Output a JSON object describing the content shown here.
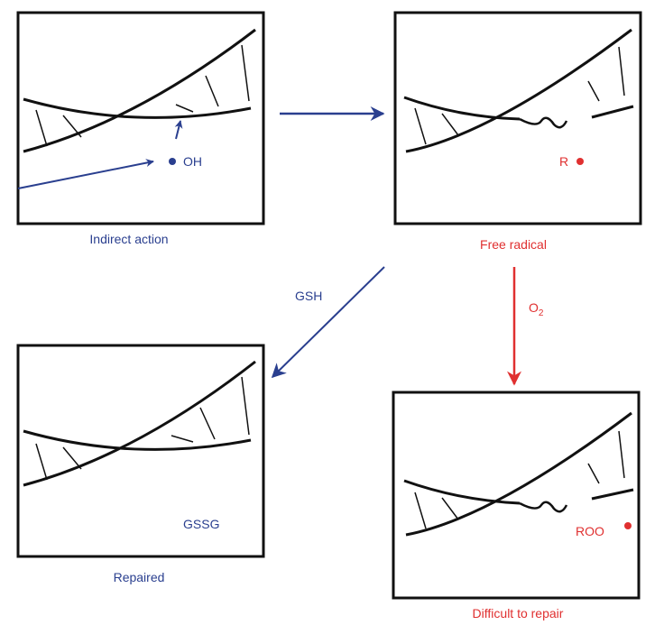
{
  "colors": {
    "blue": "#2a3f8f",
    "red": "#e03030",
    "black": "#111111"
  },
  "panels": {
    "indirect_action": {
      "caption": "Indirect action",
      "species_label": "OH"
    },
    "free_radical": {
      "caption": "Free radical",
      "species_label": "R"
    },
    "repaired": {
      "caption": "Repaired",
      "product_label": "GSSG"
    },
    "difficult_to_repair": {
      "caption": "Difficult to repair",
      "species_label": "ROO"
    }
  },
  "arrows": {
    "to_repaired": {
      "label": "GSH"
    },
    "to_difficult": {
      "label_main": "O",
      "label_sub": "2"
    }
  }
}
